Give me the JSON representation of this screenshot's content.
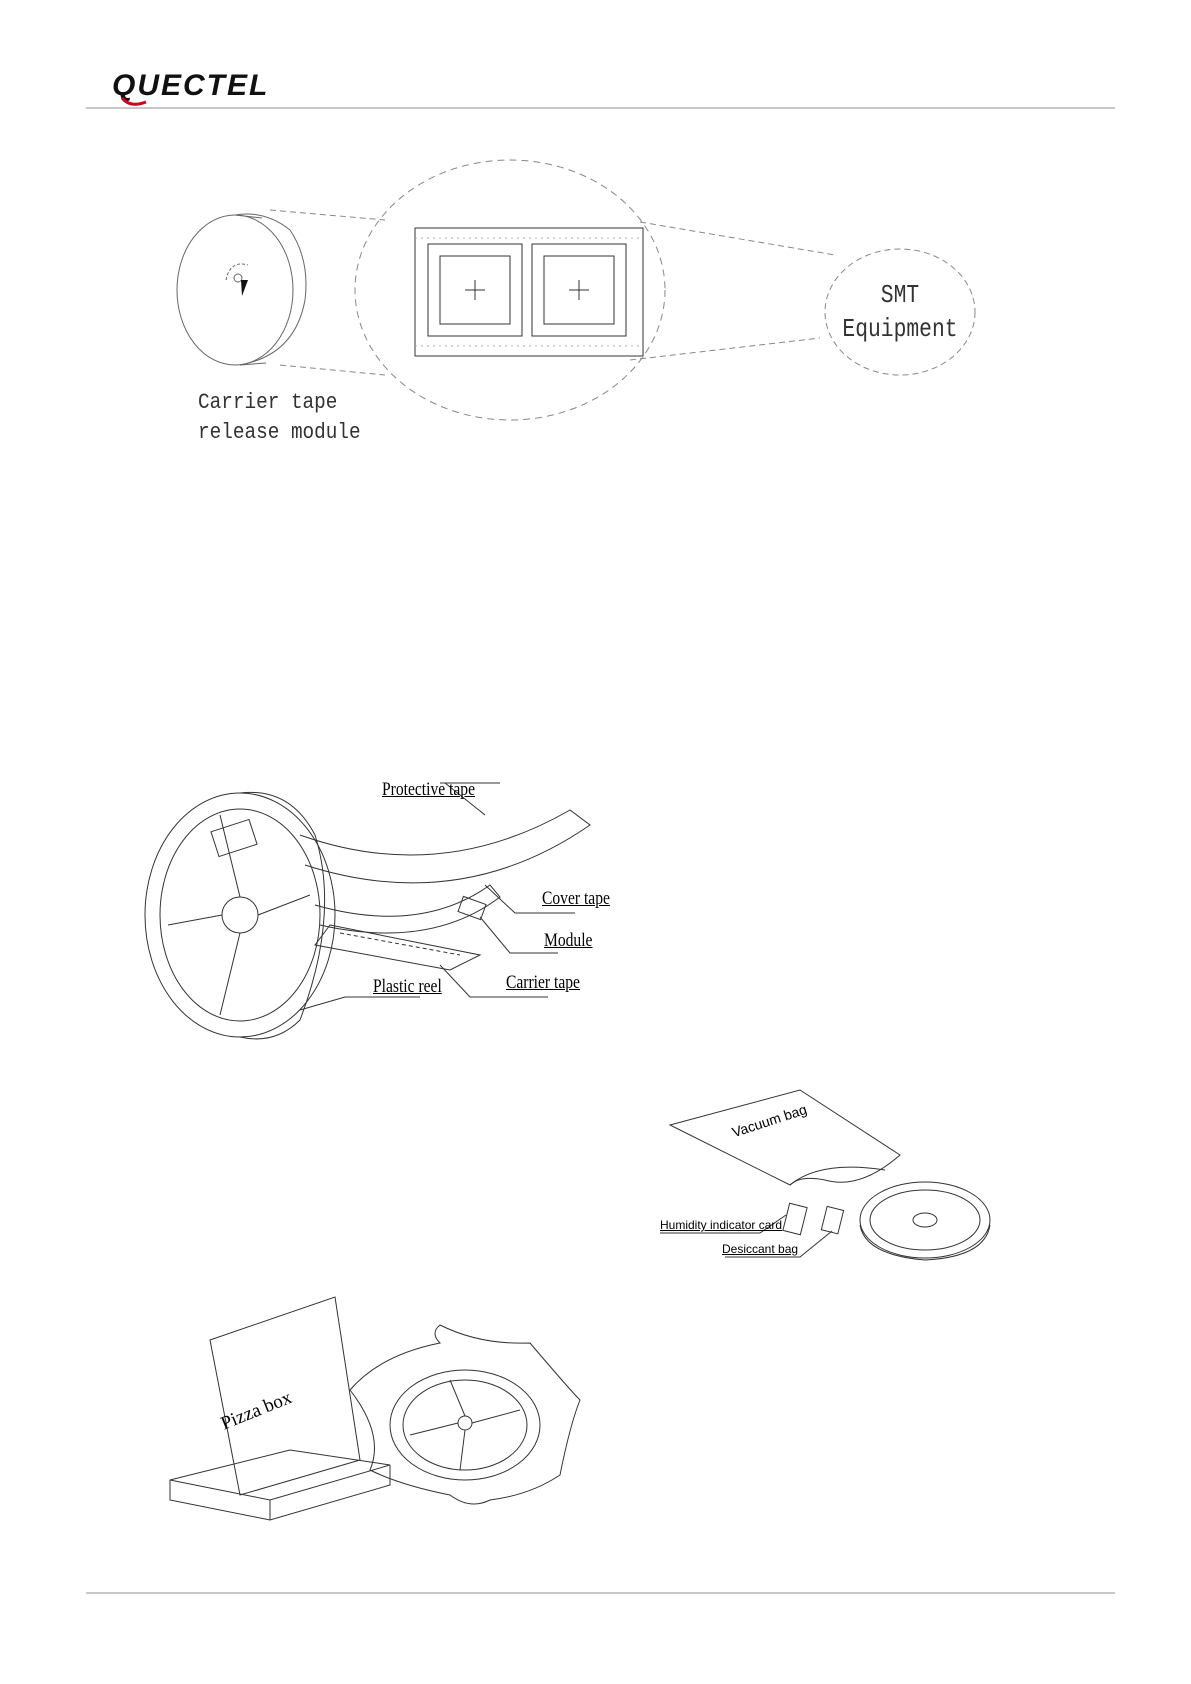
{
  "header": {
    "brand": "QUECTEL"
  },
  "figure1": {
    "carrier_line1": "Carrier tape",
    "carrier_line2": "release module",
    "smt_line1": "SMT",
    "smt_line2": "Equipment"
  },
  "figure2": {
    "protective_tape": "Protective tape",
    "cover_tape": "Cover tape",
    "module": "Module",
    "plastic_reel": "Plastic reel",
    "carrier_tape": "Carrier tape"
  },
  "figure3": {
    "vacuum_bag": "Vacuum bag",
    "humidity_card": "Humidity indicator card",
    "desiccant_bag": "Desiccant bag"
  },
  "figure4": {
    "pizza_box": "Pizza box"
  },
  "colors": {
    "brand_red": "#d0021b",
    "line": "#555555",
    "rule": "#c8c8c8"
  }
}
